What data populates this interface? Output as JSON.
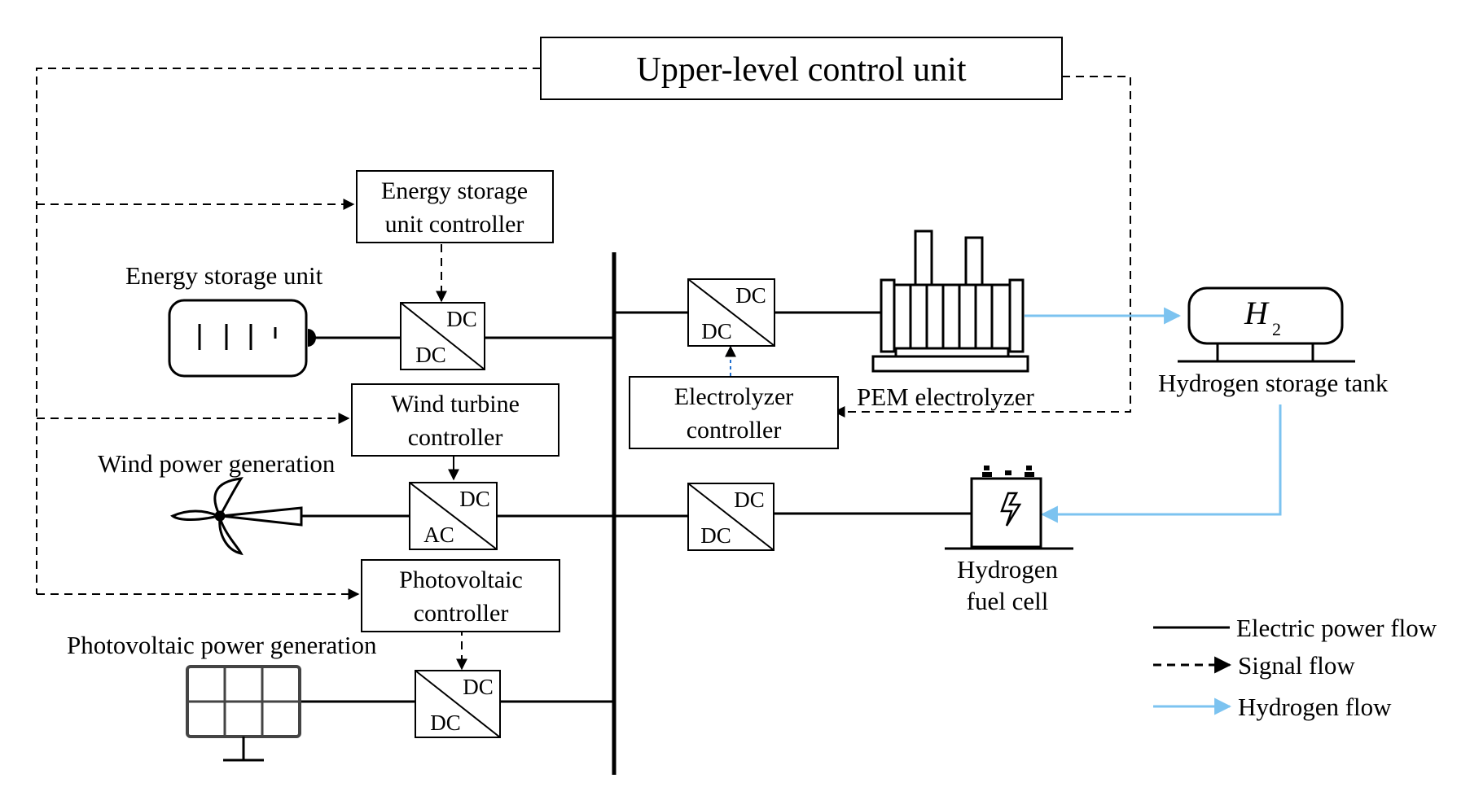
{
  "upper": {
    "title": "Upper-level control unit"
  },
  "controllers": {
    "energy_storage": {
      "line1": "Energy storage",
      "line2": "unit controller"
    },
    "wind": {
      "line1": "Wind turbine",
      "line2": "controller"
    },
    "pv": {
      "line1": "Photovoltaic",
      "line2": "controller"
    },
    "electrolyzer": {
      "line1": "Electrolyzer",
      "line2": "controller"
    }
  },
  "components": {
    "energy_storage_unit": "Energy storage unit",
    "wind_power_generation": "Wind power generation",
    "pv_power_generation": "Photovoltaic power generation",
    "pem_electrolyzer": "PEM electrolyzer",
    "hydrogen_storage_tank": "Hydrogen storage tank",
    "fuel_cell_line1": "Hydrogen",
    "fuel_cell_line2": "fuel cell",
    "tank_symbol": "H",
    "tank_subscript": "2"
  },
  "converters": {
    "es": {
      "top": "DC",
      "bottom": "DC"
    },
    "wind": {
      "top": "DC",
      "bottom": "AC"
    },
    "pv": {
      "top": "DC",
      "bottom": "DC"
    },
    "el": {
      "top": "DC",
      "bottom": "DC"
    },
    "fc": {
      "top": "DC",
      "bottom": "DC"
    }
  },
  "legend": {
    "electric": "Electric power flow",
    "signal": "Signal flow",
    "hydrogen": "Hydrogen flow"
  },
  "colors": {
    "hydrogen": "#7cc3f0",
    "line": "#000000"
  }
}
